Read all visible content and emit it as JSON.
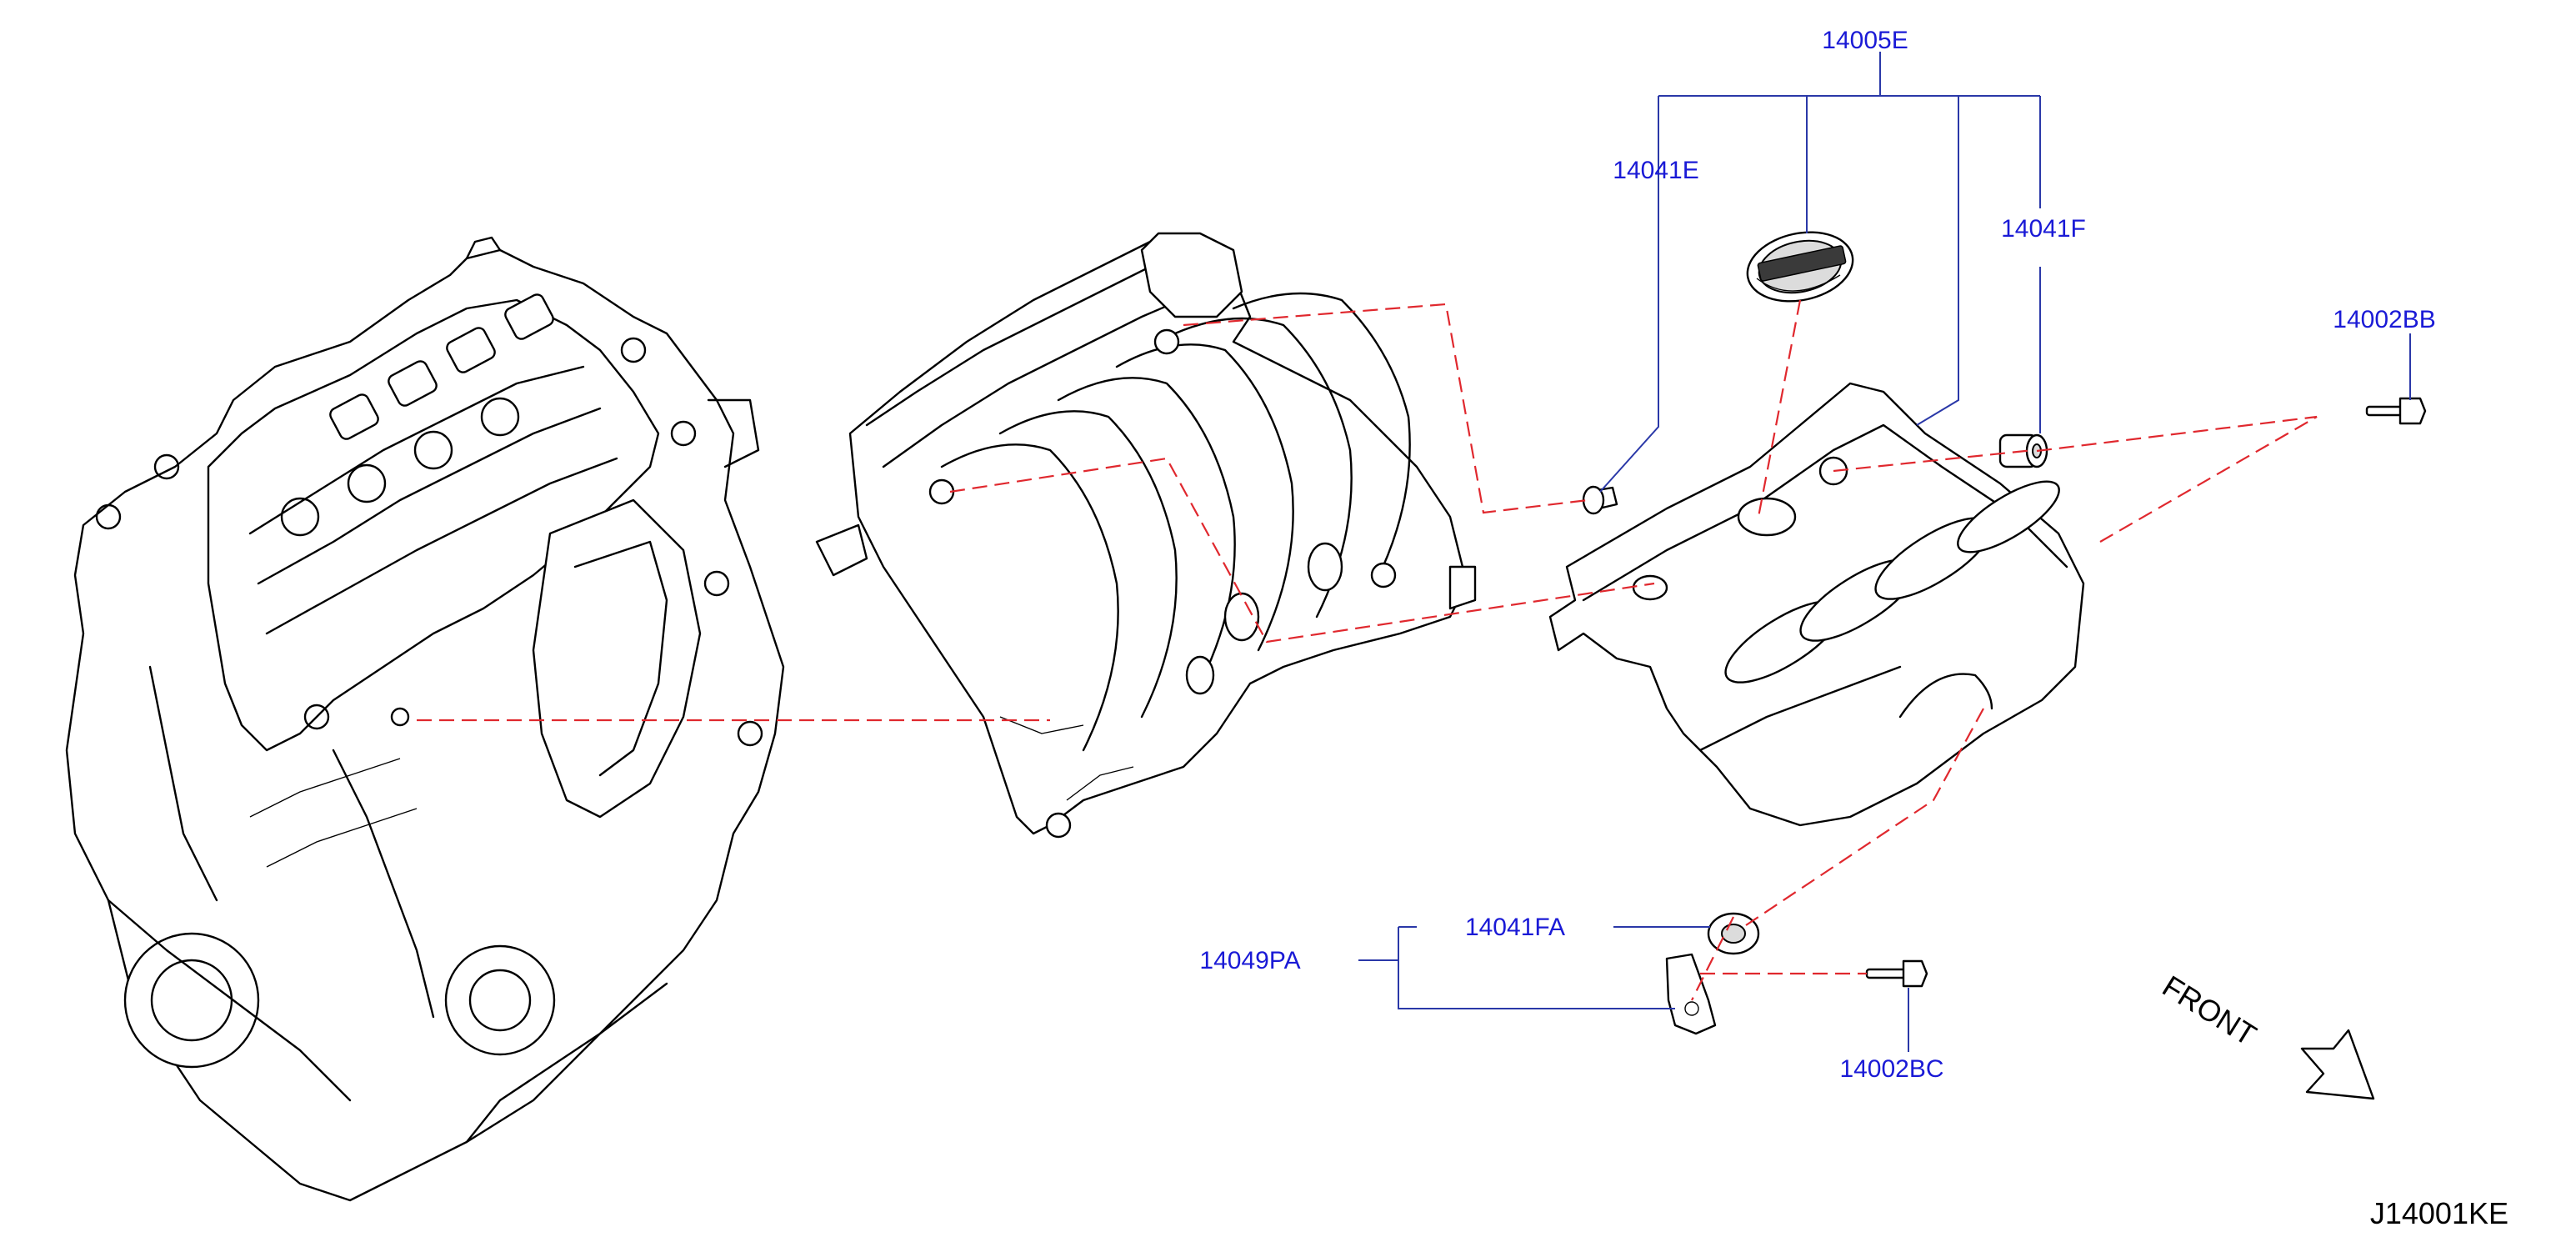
{
  "diagram": {
    "diagram_code": "J14001KE",
    "front_indicator": "FRONT",
    "part_labels": {
      "engine_cover_assy": "14005E",
      "cover_grommet_left": "14041E",
      "cover_grommet_right": "14041F",
      "bolt_upper": "14002BB",
      "grommet_lower": "14041FA",
      "bracket": "14049PA",
      "bolt_lower": "14002BC"
    },
    "colors": {
      "label_text": "#1a1ad6",
      "leader_line": "#2a38a8",
      "dashed_reference_line": "#e0282e",
      "line_art": "#000000"
    },
    "icons": {
      "engine": "engine-block-illustration",
      "manifold": "intake-manifold-illustration",
      "cover": "engine-cover-illustration",
      "emblem": "nissan-emblem",
      "front_arrow": "arrow-down-right-icon"
    }
  }
}
